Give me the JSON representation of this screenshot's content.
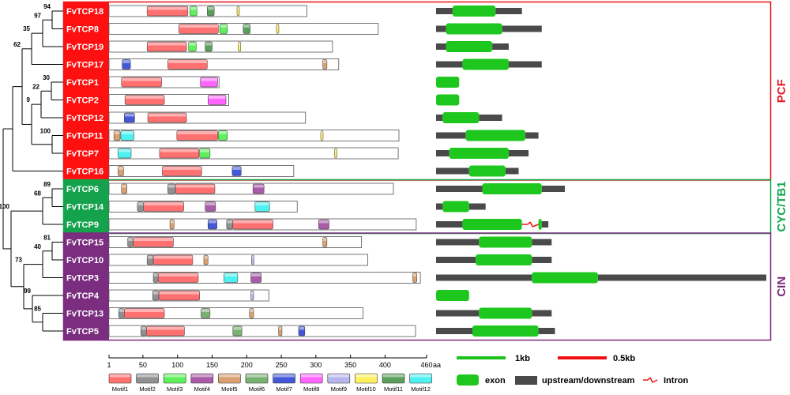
{
  "genes": [
    {
      "name": "FvTCP18",
      "length": 287,
      "motifs": [
        {
          "m": 1,
          "s": 56,
          "e": 115
        },
        {
          "m": 3,
          "s": 118,
          "e": 128
        },
        {
          "m": 11,
          "s": 143,
          "e": 153
        },
        {
          "m": 10,
          "s": 186,
          "e": 189
        }
      ],
      "structure": {
        "up": [
          0,
          0.05
        ],
        "exon": [
          [
            0.05,
            0.18
          ]
        ],
        "down": [
          0.18,
          0.26
        ]
      }
    },
    {
      "name": "FvTCP8",
      "length": 390,
      "motifs": [
        {
          "m": 1,
          "s": 102,
          "e": 159
        },
        {
          "m": 3,
          "s": 161,
          "e": 172
        },
        {
          "m": 11,
          "s": 195,
          "e": 205
        },
        {
          "m": 10,
          "s": 243,
          "e": 246
        }
      ],
      "structure": {
        "up": [
          0,
          0.03
        ],
        "exon": [
          [
            0.03,
            0.2
          ]
        ],
        "down": [
          0.2,
          0.32
        ]
      }
    },
    {
      "name": "FvTCP19",
      "length": 324,
      "motifs": [
        {
          "m": 1,
          "s": 56,
          "e": 113
        },
        {
          "m": 3,
          "s": 116,
          "e": 127
        },
        {
          "m": 11,
          "s": 140,
          "e": 150
        },
        {
          "m": 10,
          "s": 188,
          "e": 191
        }
      ],
      "structure": {
        "up": [
          0,
          0.03
        ],
        "exon": [
          [
            0.03,
            0.17
          ]
        ],
        "down": [
          0.17,
          0.22
        ]
      }
    },
    {
      "name": "FvTCP17",
      "length": 333,
      "motifs": [
        {
          "m": 7,
          "s": 20,
          "e": 32
        },
        {
          "m": 1,
          "s": 86,
          "e": 143
        },
        {
          "m": 5,
          "s": 310,
          "e": 316
        }
      ],
      "structure": {
        "up": [
          0,
          0.08
        ],
        "exon": [
          [
            0.08,
            0.22
          ]
        ],
        "down": [
          0.22,
          0.32
        ]
      }
    },
    {
      "name": "FvTCP1",
      "length": 160,
      "motifs": [
        {
          "m": 1,
          "s": 19,
          "e": 77
        },
        {
          "m": 8,
          "s": 133,
          "e": 158
        }
      ],
      "structure": {
        "up": null,
        "exon": [
          [
            0,
            0.07
          ]
        ],
        "down": null
      }
    },
    {
      "name": "FvTCP2",
      "length": 174,
      "motifs": [
        {
          "m": 1,
          "s": 24,
          "e": 81
        },
        {
          "m": 8,
          "s": 144,
          "e": 170
        }
      ],
      "structure": {
        "up": null,
        "exon": [
          [
            0,
            0.07
          ]
        ],
        "down": null
      }
    },
    {
      "name": "FvTCP12",
      "length": 285,
      "motifs": [
        {
          "m": 7,
          "s": 23,
          "e": 38
        },
        {
          "m": 1,
          "s": 57,
          "e": 113
        }
      ],
      "structure": {
        "up": [
          0,
          0.02
        ],
        "exon": [
          [
            0.02,
            0.13
          ]
        ],
        "down": [
          0.13,
          0.2
        ]
      }
    },
    {
      "name": "FvTCP11",
      "length": 420,
      "motifs": [
        {
          "m": 5,
          "s": 8,
          "e": 17
        },
        {
          "m": 12,
          "s": 18,
          "e": 37
        },
        {
          "m": 1,
          "s": 99,
          "e": 158
        },
        {
          "m": 3,
          "s": 159,
          "e": 172
        },
        {
          "m": 10,
          "s": 307,
          "e": 310
        }
      ],
      "structure": {
        "up": [
          0,
          0.09
        ],
        "exon": [
          [
            0.09,
            0.27
          ]
        ],
        "down": [
          0.27,
          0.31
        ]
      }
    },
    {
      "name": "FvTCP7",
      "length": 419,
      "motifs": [
        {
          "m": 12,
          "s": 14,
          "e": 33
        },
        {
          "m": 1,
          "s": 74,
          "e": 131
        },
        {
          "m": 3,
          "s": 132,
          "e": 147
        },
        {
          "m": 10,
          "s": 327,
          "e": 330
        }
      ],
      "structure": {
        "up": [
          0,
          0.04
        ],
        "exon": [
          [
            0.04,
            0.22
          ]
        ],
        "down": [
          0.22,
          0.28
        ]
      }
    },
    {
      "name": "FvTCP16",
      "length": 268,
      "motifs": [
        {
          "m": 5,
          "s": 14,
          "e": 22
        },
        {
          "m": 1,
          "s": 78,
          "e": 135
        },
        {
          "m": 7,
          "s": 179,
          "e": 192
        }
      ],
      "structure": {
        "up": [
          0,
          0.1
        ],
        "exon": [
          [
            0.1,
            0.21
          ]
        ],
        "down": [
          0.21,
          0.25
        ]
      }
    },
    {
      "name": "FvTCP6",
      "length": 412,
      "motifs": [
        {
          "m": 5,
          "s": 19,
          "e": 27
        },
        {
          "m": 2,
          "s": 86,
          "e": 97
        },
        {
          "m": 1,
          "s": 97,
          "e": 154
        },
        {
          "m": 4,
          "s": 209,
          "e": 225
        }
      ],
      "structure": {
        "up": [
          0,
          0.14
        ],
        "exon": [
          [
            0.14,
            0.32
          ]
        ],
        "down": [
          0.32,
          0.39
        ]
      }
    },
    {
      "name": "FvTCP14",
      "length": 273,
      "motifs": [
        {
          "m": 2,
          "s": 42,
          "e": 51
        },
        {
          "m": 1,
          "s": 51,
          "e": 109
        },
        {
          "m": 4,
          "s": 140,
          "e": 155
        },
        {
          "m": 12,
          "s": 212,
          "e": 233
        }
      ],
      "structure": {
        "up": [
          0,
          0.02
        ],
        "exon": [
          [
            0.02,
            0.1
          ]
        ],
        "down": [
          0.1,
          0.15
        ]
      }
    },
    {
      "name": "FvTCP9",
      "length": 445,
      "motifs": [
        {
          "m": 5,
          "s": 89,
          "e": 95
        },
        {
          "m": 7,
          "s": 144,
          "e": 157
        },
        {
          "m": 2,
          "s": 171,
          "e": 180
        },
        {
          "m": 1,
          "s": 180,
          "e": 238
        },
        {
          "m": 4,
          "s": 304,
          "e": 319
        }
      ],
      "structure": {
        "up": [
          0,
          0.08
        ],
        "exon": [
          [
            0.08,
            0.26
          ],
          [
            0.31,
            0.32
          ]
        ],
        "down": [
          0.32,
          0.34
        ],
        "intron": [
          0.26,
          0.31
        ]
      }
    },
    {
      "name": "FvTCP15",
      "length": 366,
      "motifs": [
        {
          "m": 2,
          "s": 28,
          "e": 36
        },
        {
          "m": 1,
          "s": 36,
          "e": 94
        },
        {
          "m": 5,
          "s": 310,
          "e": 316
        }
      ],
      "structure": {
        "up": [
          0,
          0.13
        ],
        "exon": [
          [
            0.13,
            0.29
          ]
        ],
        "down": [
          0.29,
          0.35
        ]
      }
    },
    {
      "name": "FvTCP10",
      "length": 375,
      "motifs": [
        {
          "m": 2,
          "s": 56,
          "e": 65
        },
        {
          "m": 1,
          "s": 65,
          "e": 122
        },
        {
          "m": 5,
          "s": 138,
          "e": 144
        },
        {
          "m": 9,
          "s": 207,
          "e": 210
        }
      ],
      "structure": {
        "up": [
          0,
          0.12
        ],
        "exon": [
          [
            0.12,
            0.29
          ]
        ],
        "down": [
          0.29,
          0.35
        ]
      }
    },
    {
      "name": "FvTCP3",
      "length": 451,
      "motifs": [
        {
          "m": 2,
          "s": 65,
          "e": 72
        },
        {
          "m": 1,
          "s": 72,
          "e": 130
        },
        {
          "m": 12,
          "s": 167,
          "e": 187
        },
        {
          "m": 4,
          "s": 206,
          "e": 221
        },
        {
          "m": 5,
          "s": 440,
          "e": 446
        }
      ],
      "structure": {
        "up": [
          0,
          0.29
        ],
        "exon": [
          [
            0.29,
            0.49
          ]
        ],
        "down": [
          0.49,
          1.0
        ]
      }
    },
    {
      "name": "FvTCP4",
      "length": 232,
      "motifs": [
        {
          "m": 2,
          "s": 64,
          "e": 73
        },
        {
          "m": 1,
          "s": 73,
          "e": 132
        },
        {
          "m": 9,
          "s": 206,
          "e": 210
        }
      ],
      "structure": {
        "up": null,
        "exon": [
          [
            0,
            0.1
          ]
        ],
        "down": null
      }
    },
    {
      "name": "FvTCP13",
      "length": 368,
      "motifs": [
        {
          "m": 2,
          "s": 15,
          "e": 23
        },
        {
          "m": 1,
          "s": 23,
          "e": 81
        },
        {
          "m": 6,
          "s": 134,
          "e": 147
        },
        {
          "m": 5,
          "s": 204,
          "e": 210
        }
      ],
      "structure": {
        "up": [
          0,
          0.13
        ],
        "exon": [
          [
            0.13,
            0.29
          ]
        ],
        "down": [
          0.29,
          0.35
        ]
      }
    },
    {
      "name": "FvTCP5",
      "length": 444,
      "motifs": [
        {
          "m": 2,
          "s": 47,
          "e": 55
        },
        {
          "m": 1,
          "s": 55,
          "e": 110
        },
        {
          "m": 6,
          "s": 180,
          "e": 193
        },
        {
          "m": 5,
          "s": 246,
          "e": 251
        },
        {
          "m": 7,
          "s": 275,
          "e": 284
        }
      ],
      "structure": {
        "up": [
          0,
          0.11
        ],
        "exon": [
          [
            0.11,
            0.31
          ]
        ],
        "down": [
          0.31,
          0.36
        ]
      }
    }
  ],
  "bootstrap": {
    "n18_8": "94",
    "n_18_8_19": "97",
    "n_pcfA": "35",
    "n_1_2": "30",
    "n_12": "22",
    "n_11_7": "100",
    "n_lower": "9",
    "n_pcf": "62",
    "n_6_14": "89",
    "n_cyc": "68",
    "n_15_10": "81",
    "n_15_3": "40",
    "n_13_5": "85",
    "n_4": "99",
    "n_cin": "73",
    "n_root": "100"
  },
  "groups": [
    {
      "label": "PCF",
      "color": "#e8141b",
      "fill": "#ff1010",
      "text_color": "#e81c24"
    },
    {
      "label": "CYC/TB1",
      "color": "#10a84c",
      "fill": "#15a24d",
      "text_color": "#10a84c"
    },
    {
      "label": "CIN",
      "color": "#7d2a7e",
      "fill": "#7b2d80",
      "text_color": "#7d2a7e"
    }
  ],
  "motifs": [
    {
      "label": "Motif1",
      "color": "#ff7070"
    },
    {
      "label": "Motif2",
      "color": "#909090"
    },
    {
      "label": "Motif3",
      "color": "#5df05a"
    },
    {
      "label": "Motif4",
      "color": "#a85ba8"
    },
    {
      "label": "Motif5",
      "color": "#d9a070"
    },
    {
      "label": "Motif6",
      "color": "#7ab070"
    },
    {
      "label": "Motif7",
      "color": "#4457d8"
    },
    {
      "label": "Motif8",
      "color": "#ff66ff"
    },
    {
      "label": "Motif9",
      "color": "#b6b6ee"
    },
    {
      "label": "Motif10",
      "color": "#fff060"
    },
    {
      "label": "Motif11",
      "color": "#5c9e5c"
    },
    {
      "label": "Motif12",
      "color": "#4ef0f0"
    }
  ],
  "axis": {
    "min": 1,
    "max": 460,
    "ticks": [
      "1",
      "50",
      "100",
      "150",
      "200",
      "250",
      "300",
      "350",
      "400",
      "460"
    ],
    "unit": "aa"
  },
  "scale_bars": [
    {
      "label": "1kb",
      "color": "#1cc01c"
    },
    {
      "label": "0.5kb",
      "color": "#ee1111"
    }
  ],
  "structure_legend": {
    "exon": "exon",
    "updown": "upstream/downstream",
    "intron": "Intron"
  },
  "colors": {
    "exon": "#1ec71e",
    "utr": "#4a4a4a",
    "intron": "#ee1111"
  }
}
